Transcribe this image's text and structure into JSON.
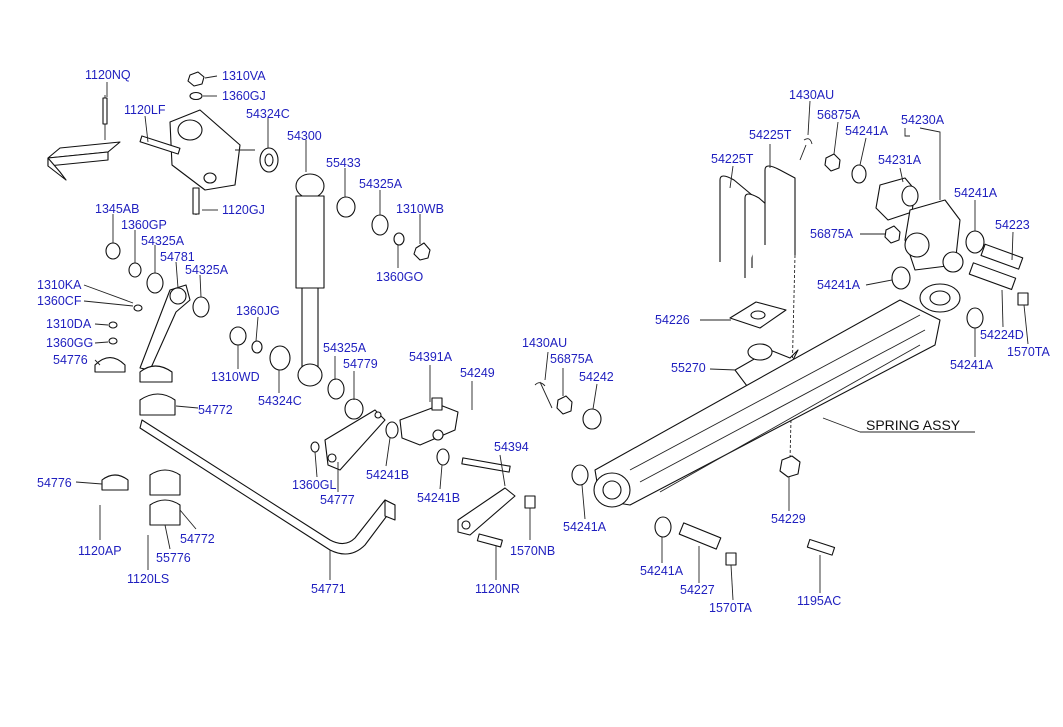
{
  "colors": {
    "label": "#1f1fbf",
    "note": "#111111",
    "line": "#111111"
  },
  "labels": {
    "p1120NQ": "1120NQ",
    "p1310VA": "1310VA",
    "p1360GJ": "1360GJ",
    "p1120LF": "1120LF",
    "p54324C_top": "54324C",
    "p54300": "54300",
    "p55433": "55433",
    "p54325A_b": "54325A",
    "p1310WB": "1310WB",
    "p1360GO": "1360GO",
    "p1120GJ": "1120GJ",
    "p1345AB": "1345AB",
    "p1360GP": "1360GP",
    "p54325A_a": "54325A",
    "p54781": "54781",
    "p54325A_c": "54325A",
    "p1310KA": "1310KA",
    "p1360CF": "1360CF",
    "p1310DA": "1310DA",
    "p1360GG": "1360GG",
    "p54776_a": "54776",
    "p1360JG": "1360JG",
    "p1310WD": "1310WD",
    "p54324C_bot": "54324C",
    "p54325A_d": "54325A",
    "p54779": "54779",
    "p54391A": "54391A",
    "p54249": "54249",
    "p54772_a": "54772",
    "p1360GL": "1360GL",
    "p54241B_a": "54241B",
    "p54777": "54777",
    "p54241B_b": "54241B",
    "p54394": "54394",
    "p54776_b": "54776",
    "p54772_b": "54772",
    "p55776": "55776",
    "p1120AP": "1120AP",
    "p1120LS": "1120LS",
    "p54771": "54771",
    "p1570NB": "1570NB",
    "p1120NR": "1120NR",
    "p1430AU_mid": "1430AU",
    "p56875A_mid": "56875A",
    "p54242": "54242",
    "p1430AU_top": "1430AU",
    "p56875A_top": "56875A",
    "p54241A_top": "54241A",
    "p54230A": "54230A",
    "p54225T_a": "54225T",
    "p54225T_b": "54225T",
    "p54231A": "54231A",
    "p54241A_r1": "54241A",
    "p56875A_r": "56875A",
    "p54223": "54223",
    "p54241A_r2": "54241A",
    "p54226": "54226",
    "p54224D": "54224D",
    "p1570TA_r": "1570TA",
    "p55270": "55270",
    "p54241A_r3": "54241A",
    "spring_assy": "SPRING ASSY",
    "p54241A_l": "54241A",
    "p54229": "54229",
    "p54241A_b": "54241A",
    "p54227": "54227",
    "p1570TA_b": "1570TA",
    "p1195AC": "1195AC"
  }
}
